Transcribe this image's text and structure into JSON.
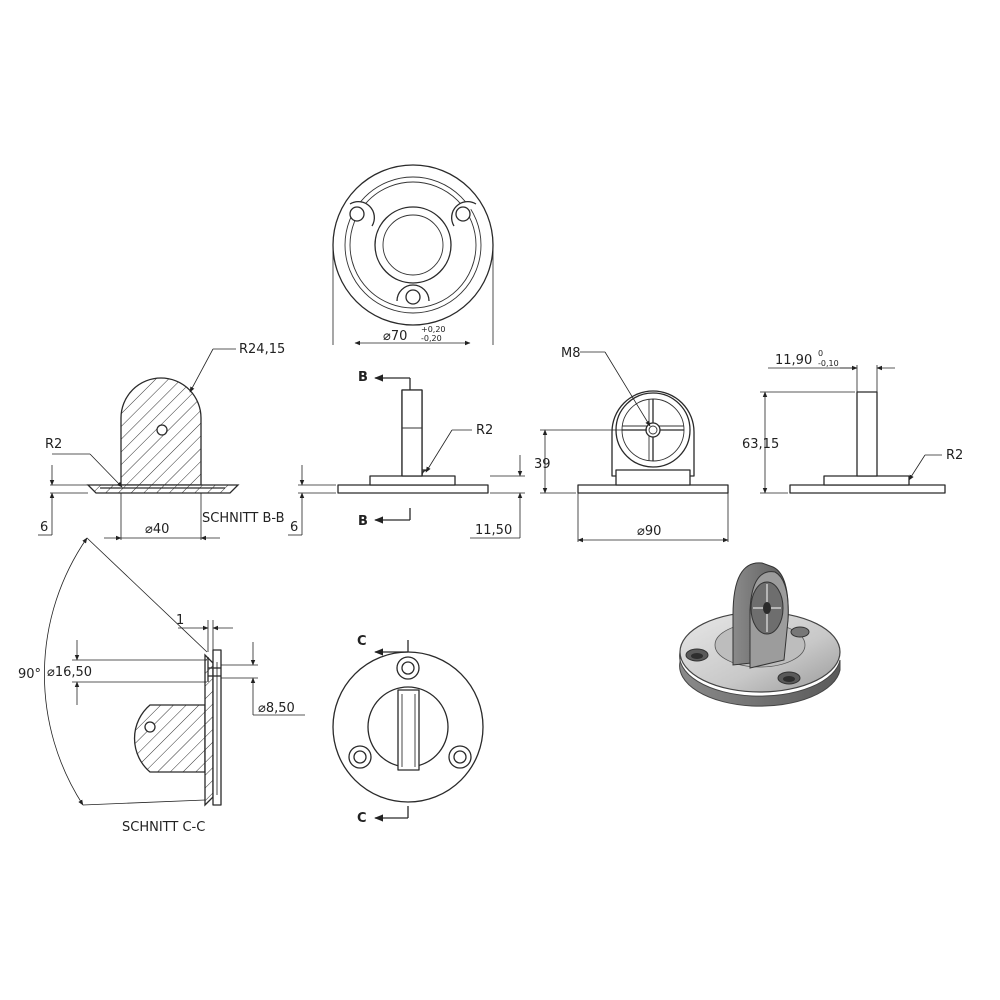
{
  "labels": {
    "schnitt_bb": "SCHNITT B-B",
    "schnitt_cc": "SCHNITT C-C",
    "sec_b": "B",
    "sec_c": "C"
  },
  "dimensions": {
    "r24": "R24,15",
    "r2": "R2",
    "d40": "⌀40",
    "six": "6",
    "d70": "⌀70",
    "d70_tol_up": "+0,20",
    "d70_tol_lo": "-0,20",
    "m8": "M8",
    "thirtynine": "39",
    "d90": "⌀90",
    "eleven50": "11,50",
    "eleven90": "11,90",
    "eleven90_tol_up": "0",
    "eleven90_tol_lo": "-0,10",
    "sixtythree": "63,15",
    "one": "1",
    "ninety_deg": "90°",
    "d16": "⌀16,50",
    "d8": "⌀8,50"
  },
  "colors": {
    "line": "#2a2a2a",
    "metal_light": "#d9d9d9",
    "metal_mid": "#a8a8a8",
    "metal_dark": "#5a5a5a"
  },
  "icons": {
    "arrow": "section-arrow-icon",
    "dim_arrow": "dimension-arrowhead-icon"
  }
}
